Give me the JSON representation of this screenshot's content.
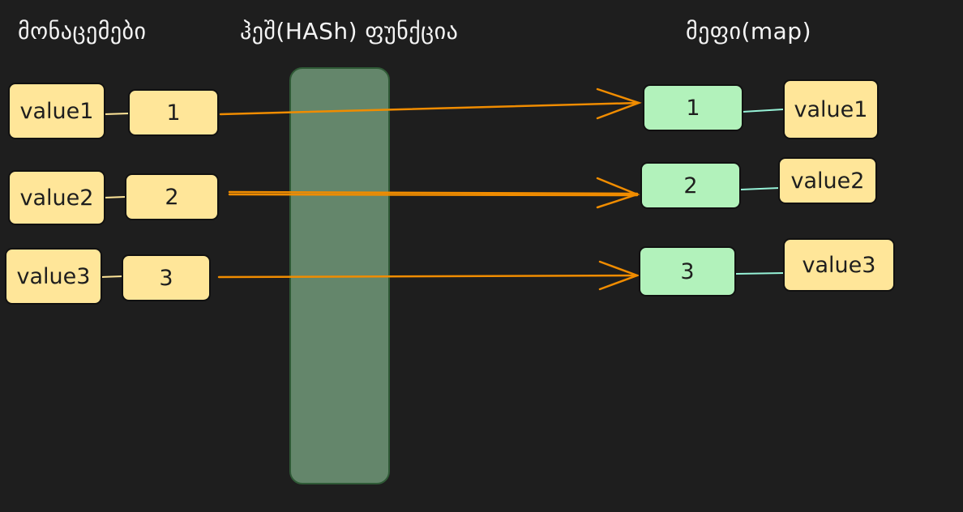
{
  "headings": {
    "data": "მონაცემები",
    "hash_function": "ჰეშ(HASh) ფუნქცია",
    "map": "მეფი(map)"
  },
  "source": {
    "values": [
      "value1",
      "value2",
      "value3"
    ],
    "keys": [
      "1",
      "2",
      "3"
    ]
  },
  "map": {
    "keys": [
      "1",
      "2",
      "3"
    ],
    "values": [
      "value1",
      "value2",
      "value3"
    ]
  },
  "colors": {
    "background": "#1e1e1e",
    "value_box": "#ffe699",
    "key_box_map": "#b2f2bb",
    "hash_band": "#64866b",
    "arrow": "#f08c00",
    "connector_left": "#ffe699",
    "connector_right": "#96f2d7"
  }
}
